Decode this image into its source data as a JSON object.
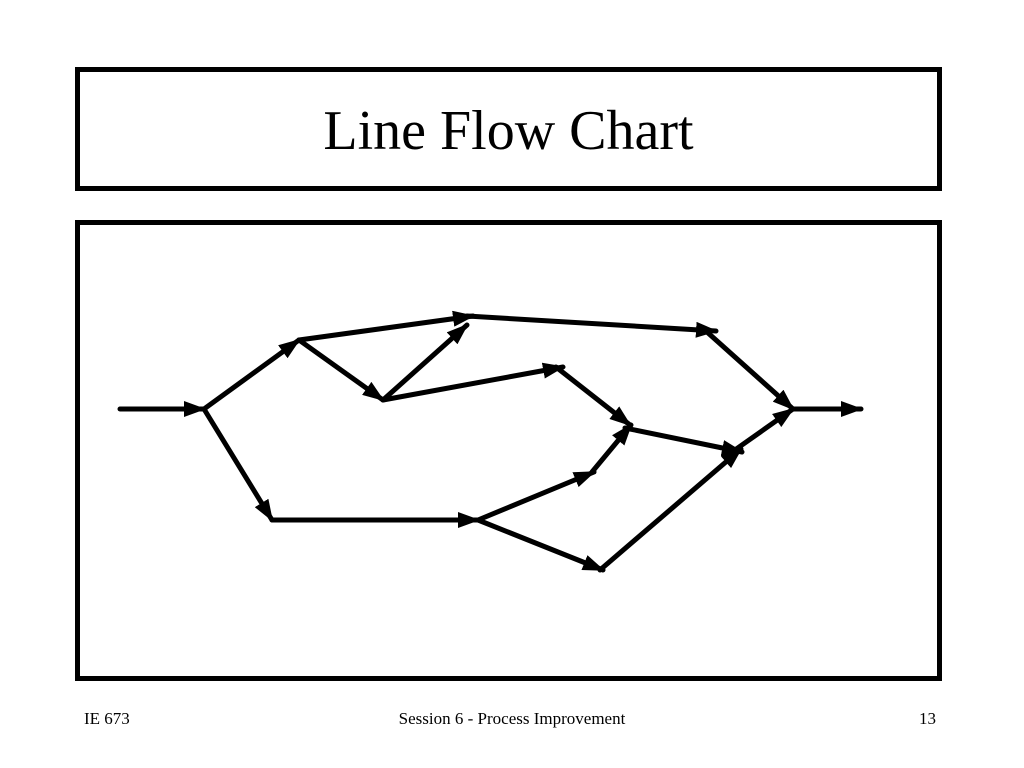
{
  "slide": {
    "title": "Line Flow Chart"
  },
  "footer": {
    "course": "IE 673",
    "session": "Session 6 - Process Improvement",
    "page_number": "13"
  },
  "diagram": {
    "stroke_color": "#000000",
    "background_color": "#ffffff"
  }
}
